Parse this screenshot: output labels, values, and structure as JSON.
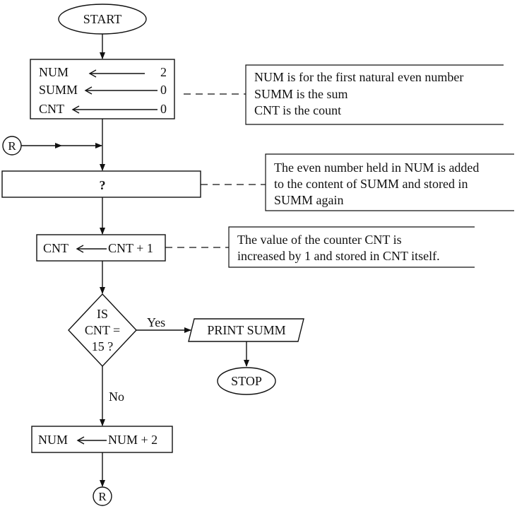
{
  "start": {
    "label": "START"
  },
  "stop": {
    "label": "STOP"
  },
  "init": {
    "rows": [
      {
        "var": "NUM",
        "value": "2"
      },
      {
        "var": "SUMM",
        "value": "0"
      },
      {
        "var": "CNT",
        "value": "0"
      }
    ]
  },
  "init_note": {
    "lines": [
      "NUM is for the first natural even number",
      "SUMM is the sum",
      "CNT is the count"
    ]
  },
  "connector_in": {
    "label": "R"
  },
  "connector_out": {
    "label": "R"
  },
  "unknown_step": {
    "label": "?"
  },
  "unknown_note": {
    "lines": [
      "The even number held in NUM is added",
      "to the content of SUMM and stored in",
      "SUMM again"
    ]
  },
  "increment": {
    "left": "CNT",
    "right": "CNT + 1"
  },
  "increment_note": {
    "lines": [
      "The value of the counter CNT is",
      "increased by 1 and stored in CNT itself."
    ]
  },
  "decision": {
    "lines": [
      "IS",
      "CNT =",
      "15 ?"
    ],
    "yes_label": "Yes",
    "no_label": "No"
  },
  "output": {
    "label": "PRINT SUMM"
  },
  "update": {
    "left": "NUM",
    "right": "NUM + 2"
  }
}
